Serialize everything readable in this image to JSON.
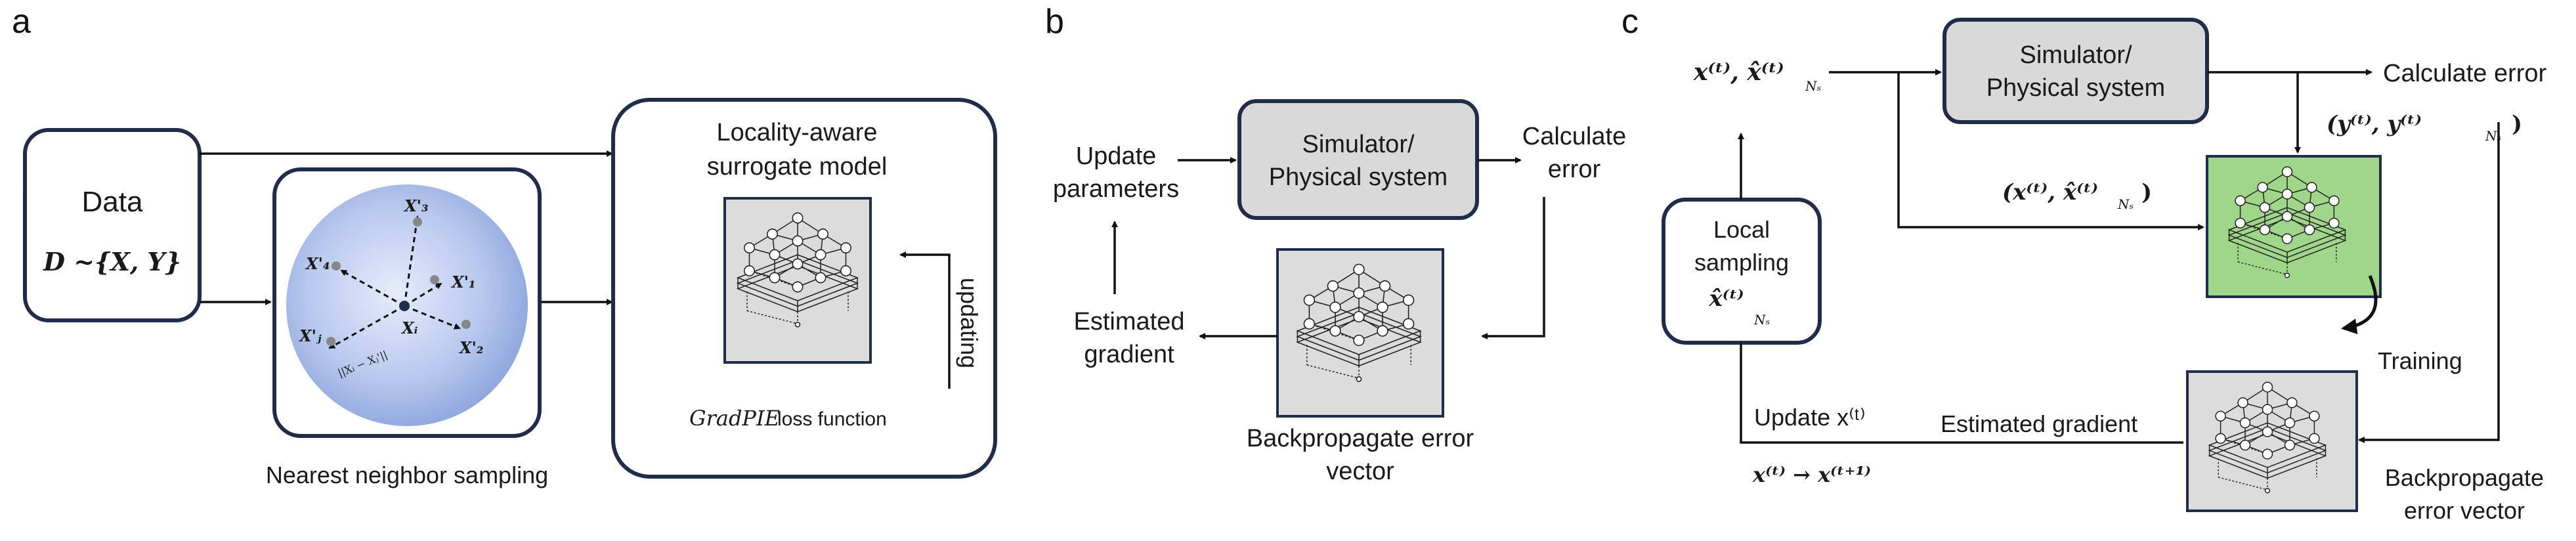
{
  "panels": {
    "a": "a",
    "b": "b",
    "c": "c"
  },
  "panel_a": {
    "data_title": "Data",
    "data_formula": "D ~{X, Y}",
    "sampling_caption": "Nearest neighbor sampling",
    "model_title_1": "Locality-aware",
    "model_title_2": "surrogate model",
    "updating": "updating",
    "loss_italic": "GradPIE",
    "loss_text": " loss function",
    "points": {
      "x3": "X'₃",
      "x4": "X'₄",
      "x1": "X'₁",
      "xi": "Xᵢ",
      "xj": "X'ⱼ",
      "x2": "X'₂",
      "dist": "||Xᵢ − Xⱼ'||"
    }
  },
  "panel_b": {
    "update_1": "Update",
    "update_2": "parameters",
    "sim_1": "Simulator/",
    "sim_2": "Physical system",
    "calc_1": "Calculate",
    "calc_2": "error",
    "est_1": "Estimated",
    "est_2": "gradient",
    "back_1": "Backpropagate error",
    "back_2": "vector"
  },
  "panel_c": {
    "input_xt": "x⁽ᵗ⁾, x̂⁽ᵗ⁾",
    "input_sub": "Nₛ",
    "sim_1": "Simulator/",
    "sim_2": "Physical system",
    "calc": "Calculate error",
    "y_pair": "(y⁽ᵗ⁾, y⁽ᵗ⁾",
    "y_sub": "Nₛ",
    "x_pair": "(x⁽ᵗ⁾, x̂⁽ᵗ⁾",
    "x_sub": "Nₛ",
    "local_1": "Local",
    "local_2": "sampling",
    "local_3": "x̂⁽ᵗ⁾",
    "local_sub": "Nₛ",
    "training": "Training",
    "update_x": "Update x⁽ᵗ⁾",
    "est_grad": "Estimated gradient",
    "xt_step": "x⁽ᵗ⁾ → x⁽ᵗ⁺¹⁾",
    "back_1": "Backpropagate",
    "back_2": "error vector"
  },
  "colors": {
    "box_stroke": "#1f2d4a",
    "sim_fill": "#d9d9d9",
    "model_fill": "#dcdcdc",
    "trained_fill": "#9fd68a",
    "sphere": "#a9bde6"
  }
}
